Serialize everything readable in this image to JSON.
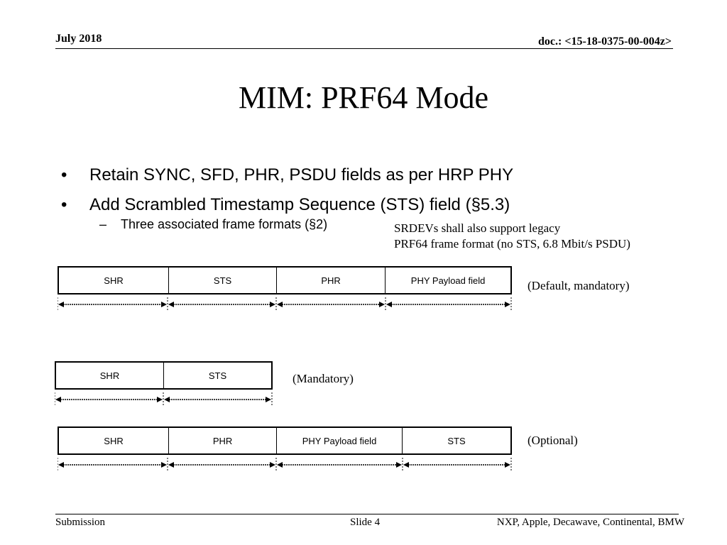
{
  "header": {
    "date": "July 2018",
    "doc": "doc.: <15-18-0375-00-004z>"
  },
  "title": "MIM: PRF64 Mode",
  "bullets": [
    "Retain SYNC, SFD, PHR, PSDU fields as per HRP PHY",
    "Add Scrambled Timestamp Sequence (STS) field (§5.3)"
  ],
  "sub_bullet": "Three associated frame formats (§2)",
  "bullet_marker": "•",
  "sub_marker": "–",
  "note": {
    "line1": "SRDEVs shall also support legacy",
    "line2": "PRF64 frame format (no STS, 6.8 Mbit/s PSDU)"
  },
  "frames": [
    {
      "fields": [
        "SHR",
        "STS",
        "PHR",
        "PHY Payload field"
      ],
      "label": "(Default, mandatory)"
    },
    {
      "fields": [
        "SHR",
        "STS"
      ],
      "label": "(Mandatory)"
    },
    {
      "fields": [
        "SHR",
        "PHR",
        "PHY Payload field",
        "STS"
      ],
      "label": "(Optional)"
    }
  ],
  "footer": {
    "left": "Submission",
    "middle": "Slide 4",
    "right": "NXP, Apple, Decawave, Continental, BMW"
  }
}
